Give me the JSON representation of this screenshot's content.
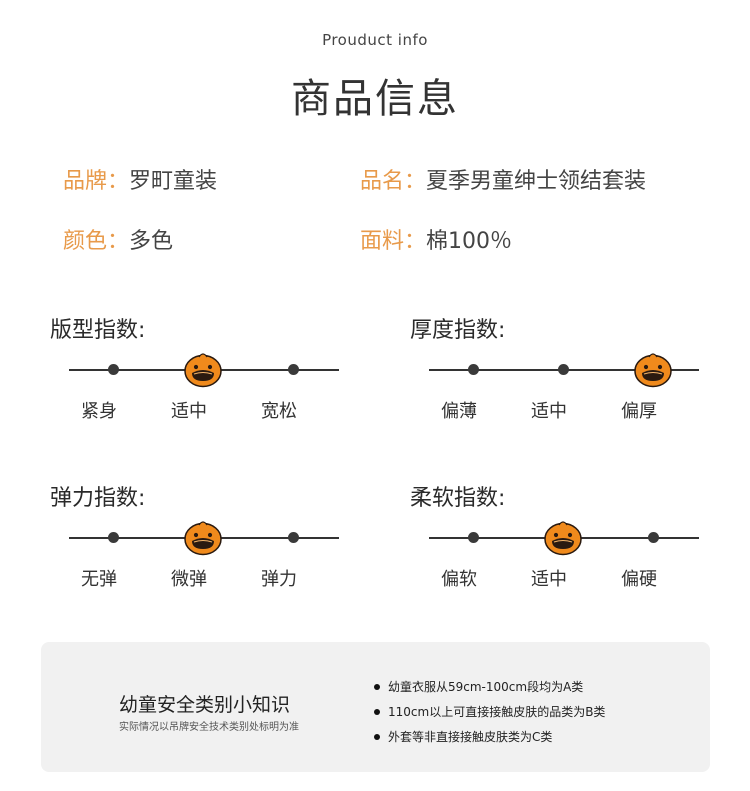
{
  "header": {
    "subtitle_en": "Prouduct info",
    "title_cn": "商品信息"
  },
  "attributes": [
    {
      "key": "品牌：",
      "value": "罗町童装"
    },
    {
      "key": "品名：",
      "value": "夏季男童绅士领结套装"
    },
    {
      "key": "颜色：",
      "value": "多色"
    },
    {
      "key": "面料：",
      "value": "棉100％"
    }
  ],
  "indices": [
    {
      "title": "版型指数:",
      "labels": [
        "紧身",
        "适中",
        "宽松"
      ],
      "selected": 1
    },
    {
      "title": "厚度指数:",
      "labels": [
        "偏薄",
        "适中",
        "偏厚"
      ],
      "selected": 2
    },
    {
      "title": "弹力指数:",
      "labels": [
        "无弹",
        "微弹",
        "弹力"
      ],
      "selected": 1
    },
    {
      "title": "柔软指数:",
      "labels": [
        "偏软",
        "适中",
        "偏硬"
      ],
      "selected": 1
    }
  ],
  "knowledge": {
    "title": "幼童安全类别小知识",
    "note": "实际情况以吊牌安全技术类别处标明为准",
    "bullets": [
      "幼童衣服从59cm-100cm段均为A类",
      "110cm以上可直接接触皮肤的品类为B类",
      "外套等非直接接触皮肤类为C类"
    ]
  },
  "colors": {
    "accent": "#e89a4a",
    "duck_body": "#f08a1c",
    "duck_beak": "#2a1a10"
  }
}
